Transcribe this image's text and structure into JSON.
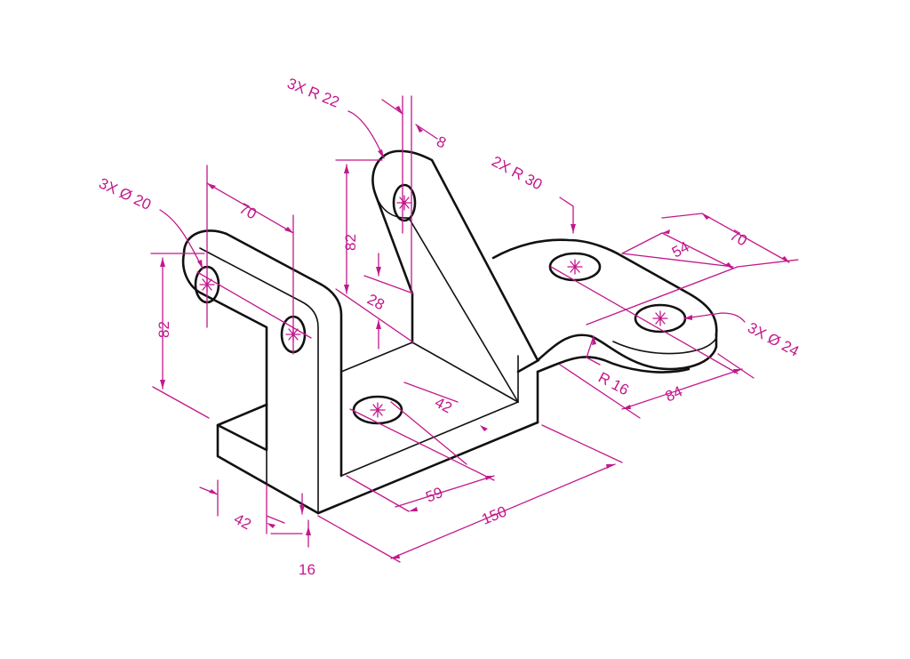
{
  "colors": {
    "object_lines": "#111111",
    "dimension_lines": "#c2188b",
    "background": "#ffffff"
  },
  "annotations": {
    "holes_small": "3X Ø 20",
    "radius_top": "3X R 22",
    "thickness_top": "8",
    "radius_right": "2X R 30",
    "holes_large": "3X Ø 24",
    "fillet": "R 16",
    "dim_70_left": "70",
    "dim_82_left": "82",
    "dim_82_mid": "82",
    "dim_28": "28",
    "dim_42_hole": "42",
    "dim_54": "54",
    "dim_70_right": "70",
    "dim_84": "84",
    "dim_59": "59",
    "dim_150": "150",
    "dim_42_bottom": "42",
    "dim_16": "16"
  }
}
